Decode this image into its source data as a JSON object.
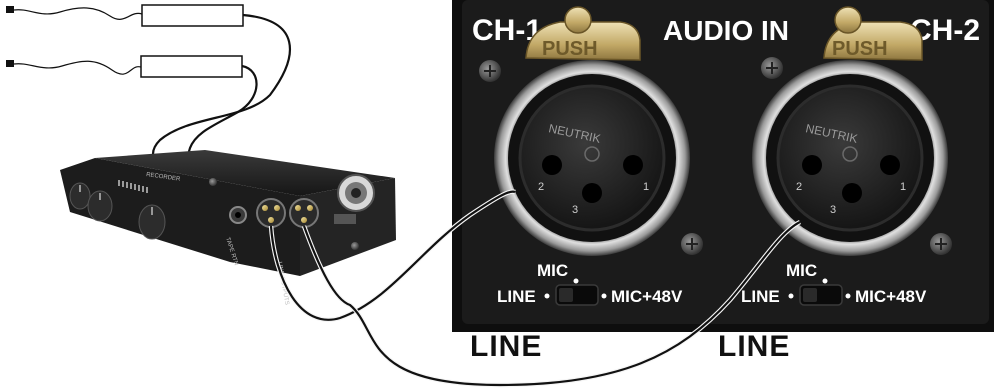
{
  "panel": {
    "ch1_label": "CH-1",
    "ch2_label": "CH-2",
    "audio_in_label": "AUDIO IN",
    "push_label": "PUSH",
    "brand": "NEUTRIK"
  },
  "switches": {
    "mic_label": "MIC",
    "line_label": "LINE",
    "mic48_label": "MIC+48V"
  },
  "pins": [
    "1",
    "2",
    "3"
  ],
  "captions": {
    "line_1": "LINE",
    "line_2": "LINE"
  },
  "mixer": {
    "tape_label": "TAPE RTN",
    "outputs_label": "LINE OUTPUTS",
    "recorder_label": "RECORDER"
  },
  "colors": {
    "panel": "#1b1b1b",
    "bezel": "#0e0e0e",
    "ring": "#c9c9c9",
    "latch": "#c8b27a",
    "cable": "#111111",
    "mic_body": "#ffffff"
  }
}
